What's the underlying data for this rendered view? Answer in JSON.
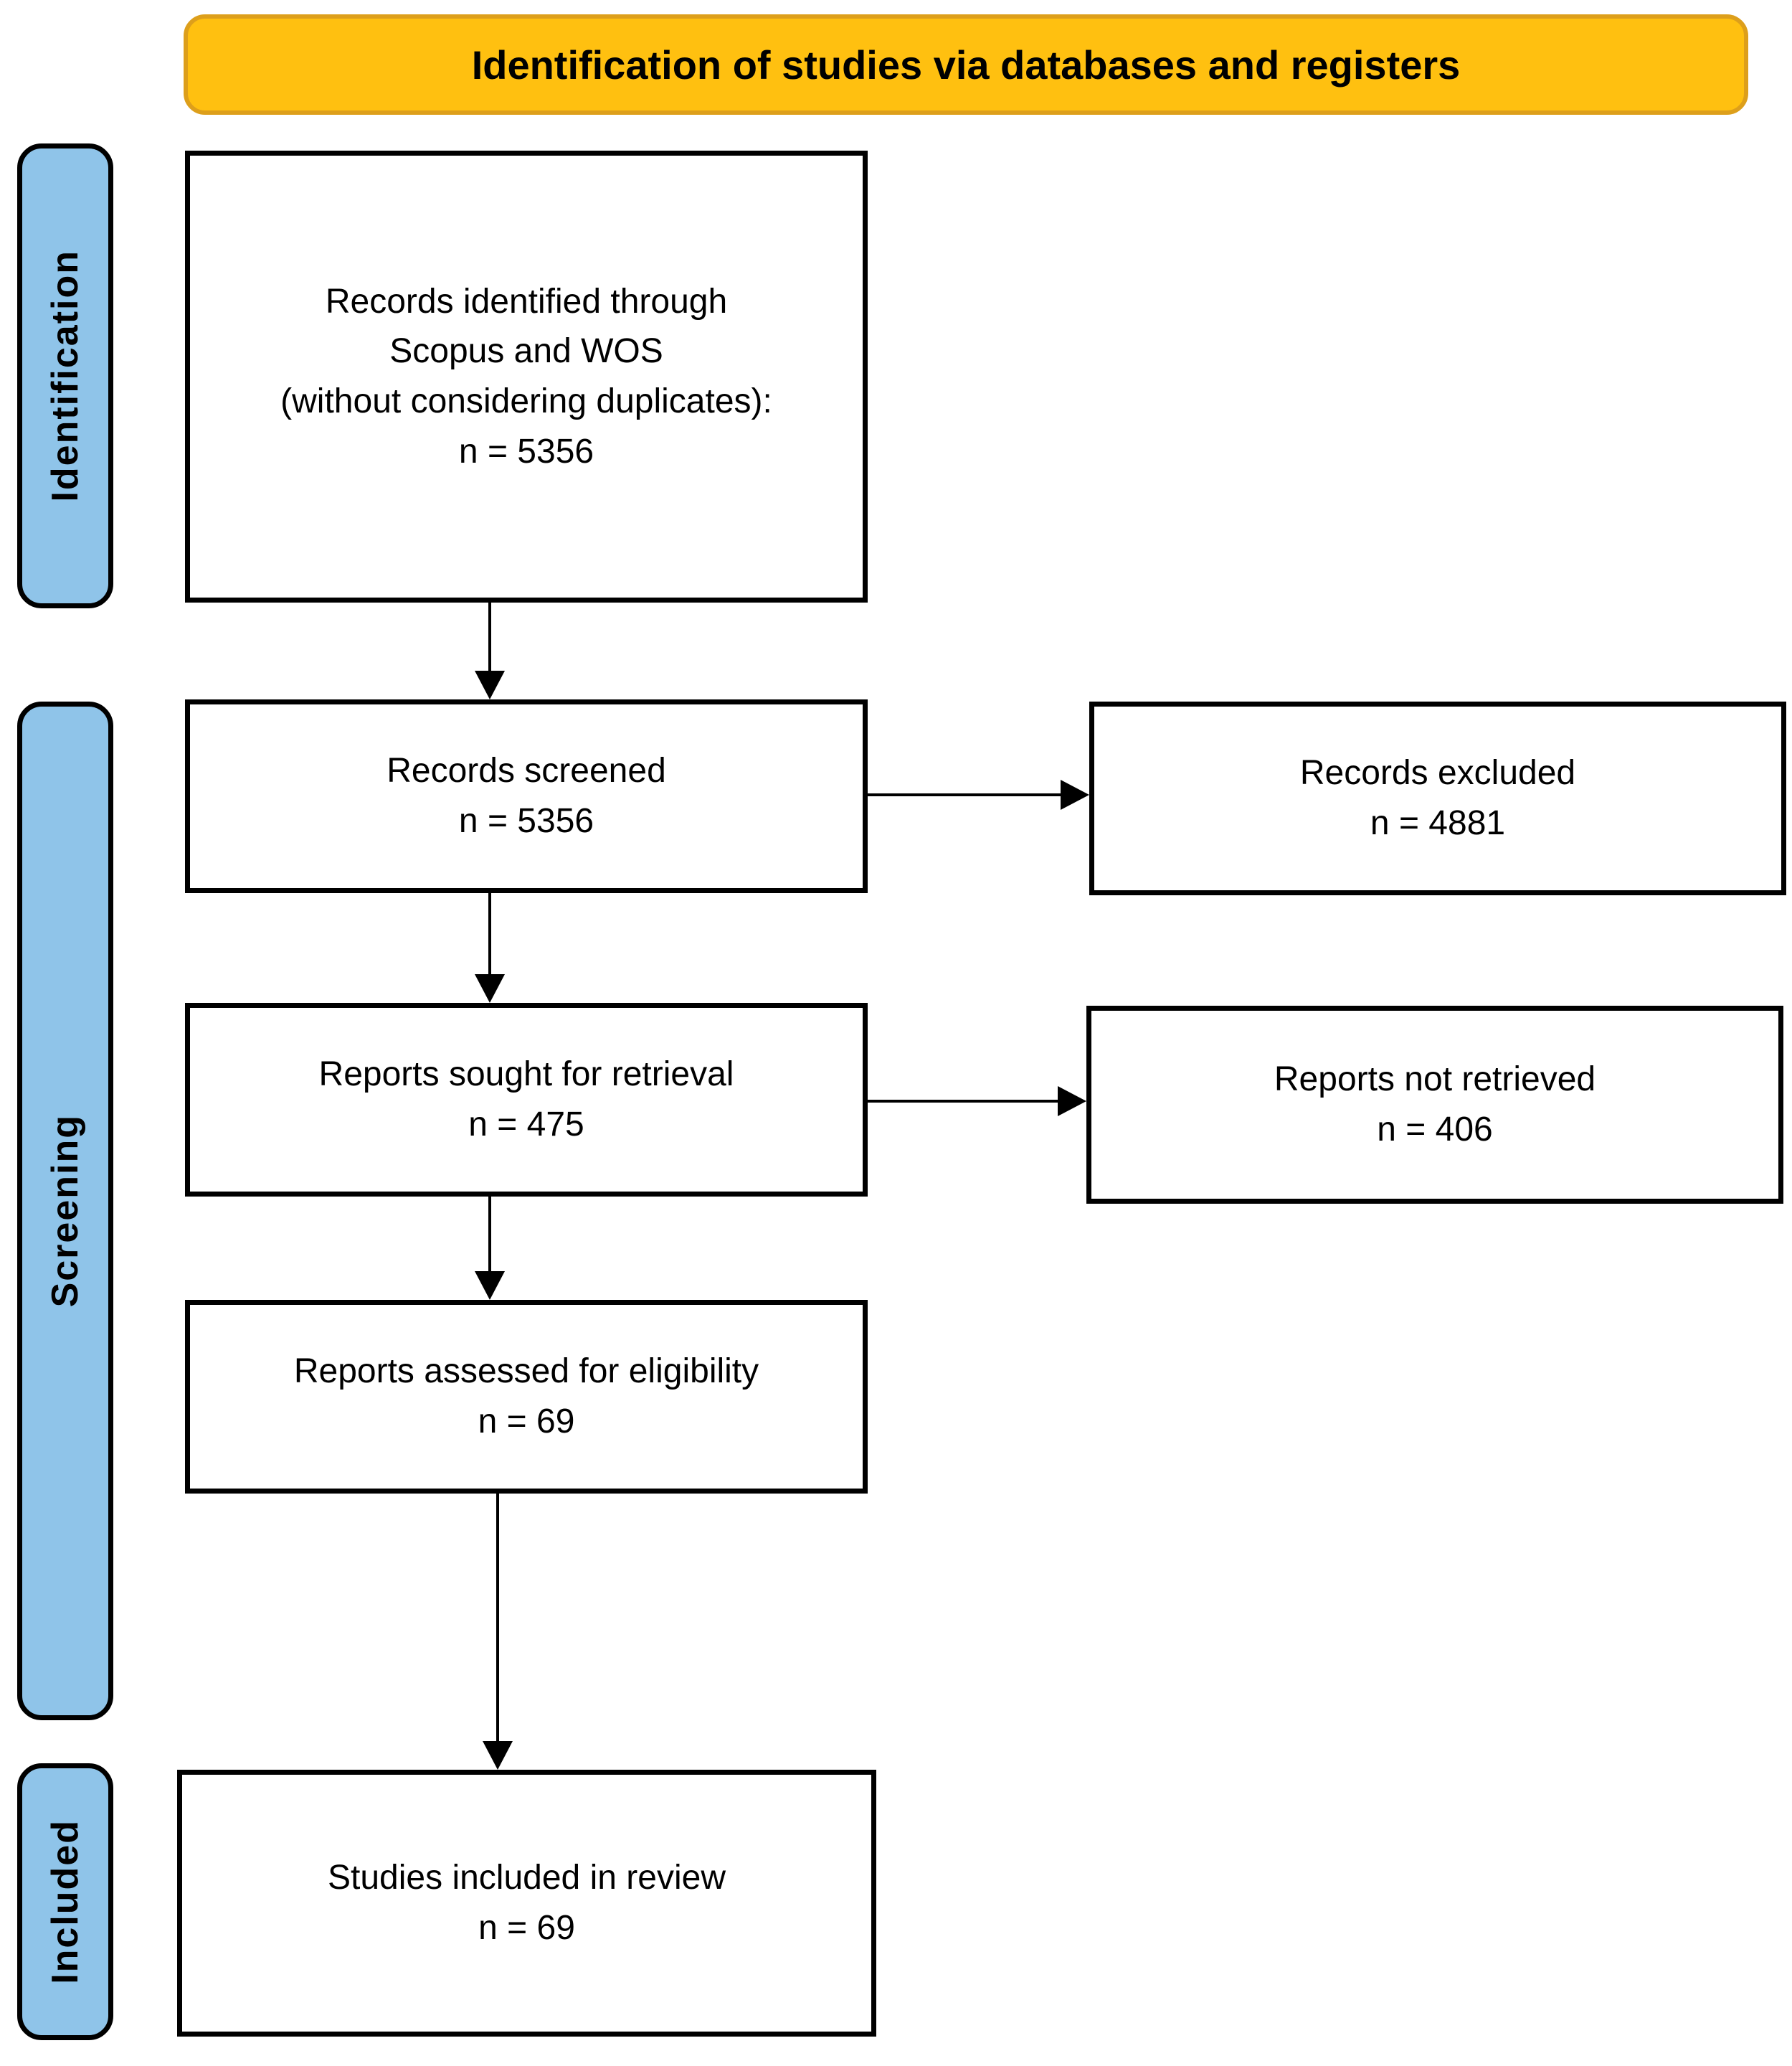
{
  "header": {
    "title": "Identification of studies via databases and registers"
  },
  "sidebar": {
    "identification_label": "Identification",
    "screening_label": "Screening",
    "included_label": "Included"
  },
  "boxes": {
    "records_identified": {
      "label": "Records identified through\nScopus and WOS\n(without considering duplicates):",
      "count": "n = 5356"
    },
    "records_screened": {
      "label": "Records screened",
      "count": "n = 5356"
    },
    "records_excluded": {
      "label": "Records excluded",
      "count": "n = 4881"
    },
    "reports_sought": {
      "label": "Reports sought for retrieval",
      "count": "n = 475"
    },
    "reports_not_retrieved": {
      "label": "Reports not retrieved",
      "count": "n = 406"
    },
    "reports_assessed": {
      "label": "Reports assessed for eligibility",
      "count": "n = 69"
    },
    "studies_included": {
      "label": "Studies included in review",
      "count": "n = 69"
    }
  },
  "colors": {
    "stage_fill": "#8FC4E9",
    "header_fill": "#FFC010",
    "header_border": "#DD9F1B",
    "box_border": "#000000"
  }
}
